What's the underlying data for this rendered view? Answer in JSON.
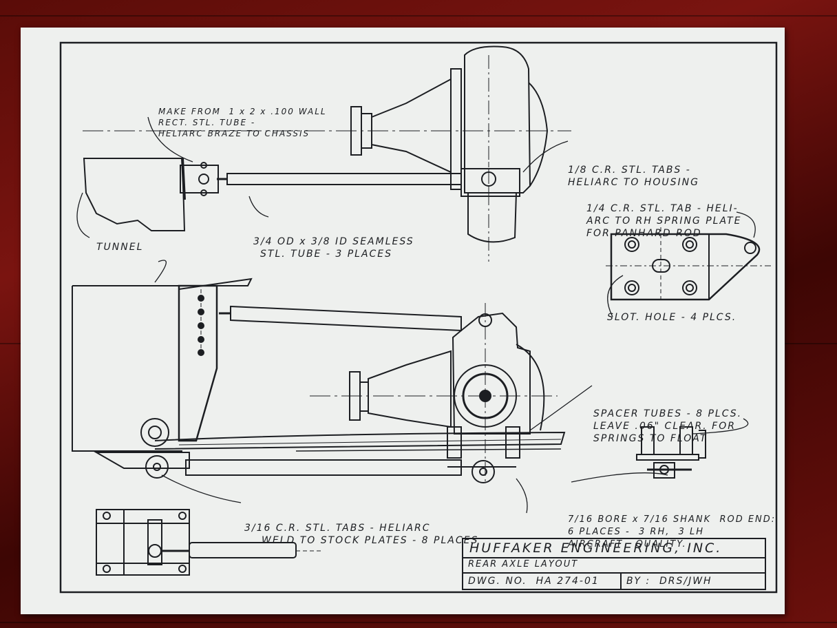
{
  "notes": {
    "make_from": [
      "MAKE FROM  1 x 2 x .100 WALL",
      "RECT. STL. TUBE -",
      "HELIARC BRAZE TO CHASSIS"
    ],
    "tabs_eighth": [
      "1/8 C.R. STL. TABS -",
      "HELIARC TO HOUSING"
    ],
    "tab_quarter": [
      "1/4 C.R. STL. TAB - HELI-",
      "ARC TO RH SPRING PLATE",
      "FOR PANHARD ROD"
    ],
    "tube": [
      "3/4 OD x 3/8 ID SEAMLESS",
      "STL. TUBE - 3 PLACES"
    ],
    "tunnel": "TUNNEL",
    "slot": "SLOT. HOLE - 4 PLCS.",
    "spacer": [
      "SPACER TUBES - 8 PLCS.",
      "LEAVE .06\" CLEAR. FOR",
      "SPRINGS TO FLOAT"
    ],
    "tabs_3_16": [
      "3/16 C.R. STL. TABS - HELIARC",
      "WELD TO STOCK PLATES - 8 PLACES"
    ],
    "rod_end": [
      "7/16 BORE x 7/16 SHANK  ROD END:",
      "6 PLACES -  3 RH,  3 LH",
      "AIRCRAFT   QUALITY."
    ]
  },
  "title_block": {
    "company": "HUFFAKER ENGINEERING, INC.",
    "title": "REAR AXLE LAYOUT",
    "drawing_no": "DWG. NO.  HA 274-01",
    "by": "BY :  DRS/JWH"
  },
  "colors": {
    "ink": "#1c1e22",
    "paper": "#eef0ee",
    "background": "#5a0c08"
  }
}
